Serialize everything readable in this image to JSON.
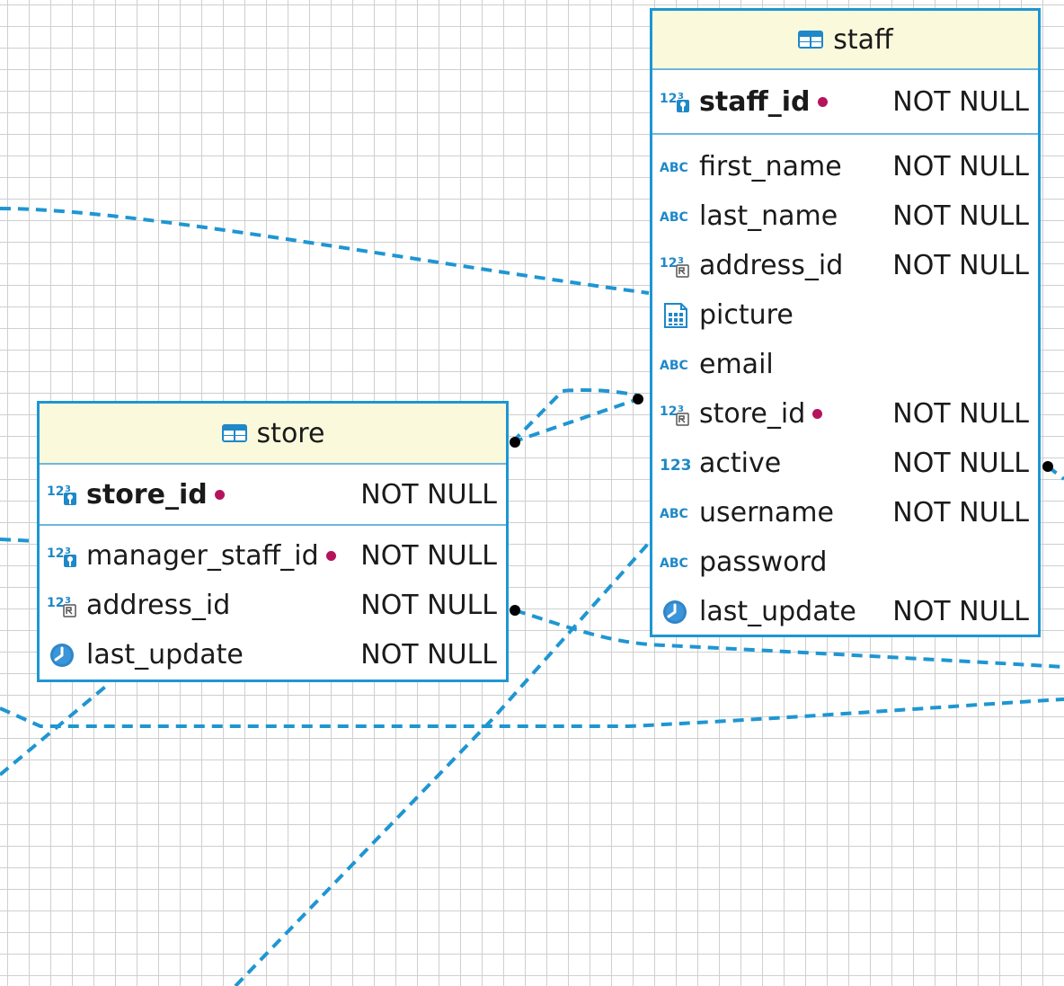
{
  "colors": {
    "link": "#1e96d2",
    "border": "#1e96d2",
    "header_bg": "#fbf9dc",
    "key_dot": "#b5145c",
    "grid": "#cfcfcf"
  },
  "entities": {
    "staff": {
      "name": "staff",
      "icon": "table-icon",
      "pk": [
        {
          "name": "staff_id",
          "icon": "numeric-key-icon",
          "key": true,
          "constraint": "NOT NULL"
        }
      ],
      "columns": [
        {
          "name": "first_name",
          "icon": "text-icon",
          "key": false,
          "constraint": "NOT NULL"
        },
        {
          "name": "last_name",
          "icon": "text-icon",
          "key": false,
          "constraint": "NOT NULL"
        },
        {
          "name": "address_id",
          "icon": "numeric-fk-icon",
          "key": false,
          "constraint": "NOT NULL"
        },
        {
          "name": "picture",
          "icon": "binary-icon",
          "key": false,
          "constraint": ""
        },
        {
          "name": "email",
          "icon": "text-icon",
          "key": false,
          "constraint": ""
        },
        {
          "name": "store_id",
          "icon": "numeric-fk-icon",
          "key": true,
          "constraint": "NOT NULL"
        },
        {
          "name": "active",
          "icon": "numeric-icon",
          "key": false,
          "constraint": "NOT NULL"
        },
        {
          "name": "username",
          "icon": "text-icon",
          "key": false,
          "constraint": "NOT NULL"
        },
        {
          "name": "password",
          "icon": "text-icon",
          "key": false,
          "constraint": ""
        },
        {
          "name": "last_update",
          "icon": "clock-icon",
          "key": false,
          "constraint": "NOT NULL"
        }
      ]
    },
    "store": {
      "name": "store",
      "icon": "table-icon",
      "pk": [
        {
          "name": "store_id",
          "icon": "numeric-key-icon",
          "key": true,
          "constraint": "NOT NULL"
        }
      ],
      "columns": [
        {
          "name": "manager_staff_id",
          "icon": "numeric-key-icon",
          "key": true,
          "constraint": "NOT NULL"
        },
        {
          "name": "address_id",
          "icon": "numeric-fk-icon",
          "key": false,
          "constraint": "NOT NULL"
        },
        {
          "name": "last_update",
          "icon": "clock-icon",
          "key": false,
          "constraint": "NOT NULL"
        }
      ]
    }
  }
}
